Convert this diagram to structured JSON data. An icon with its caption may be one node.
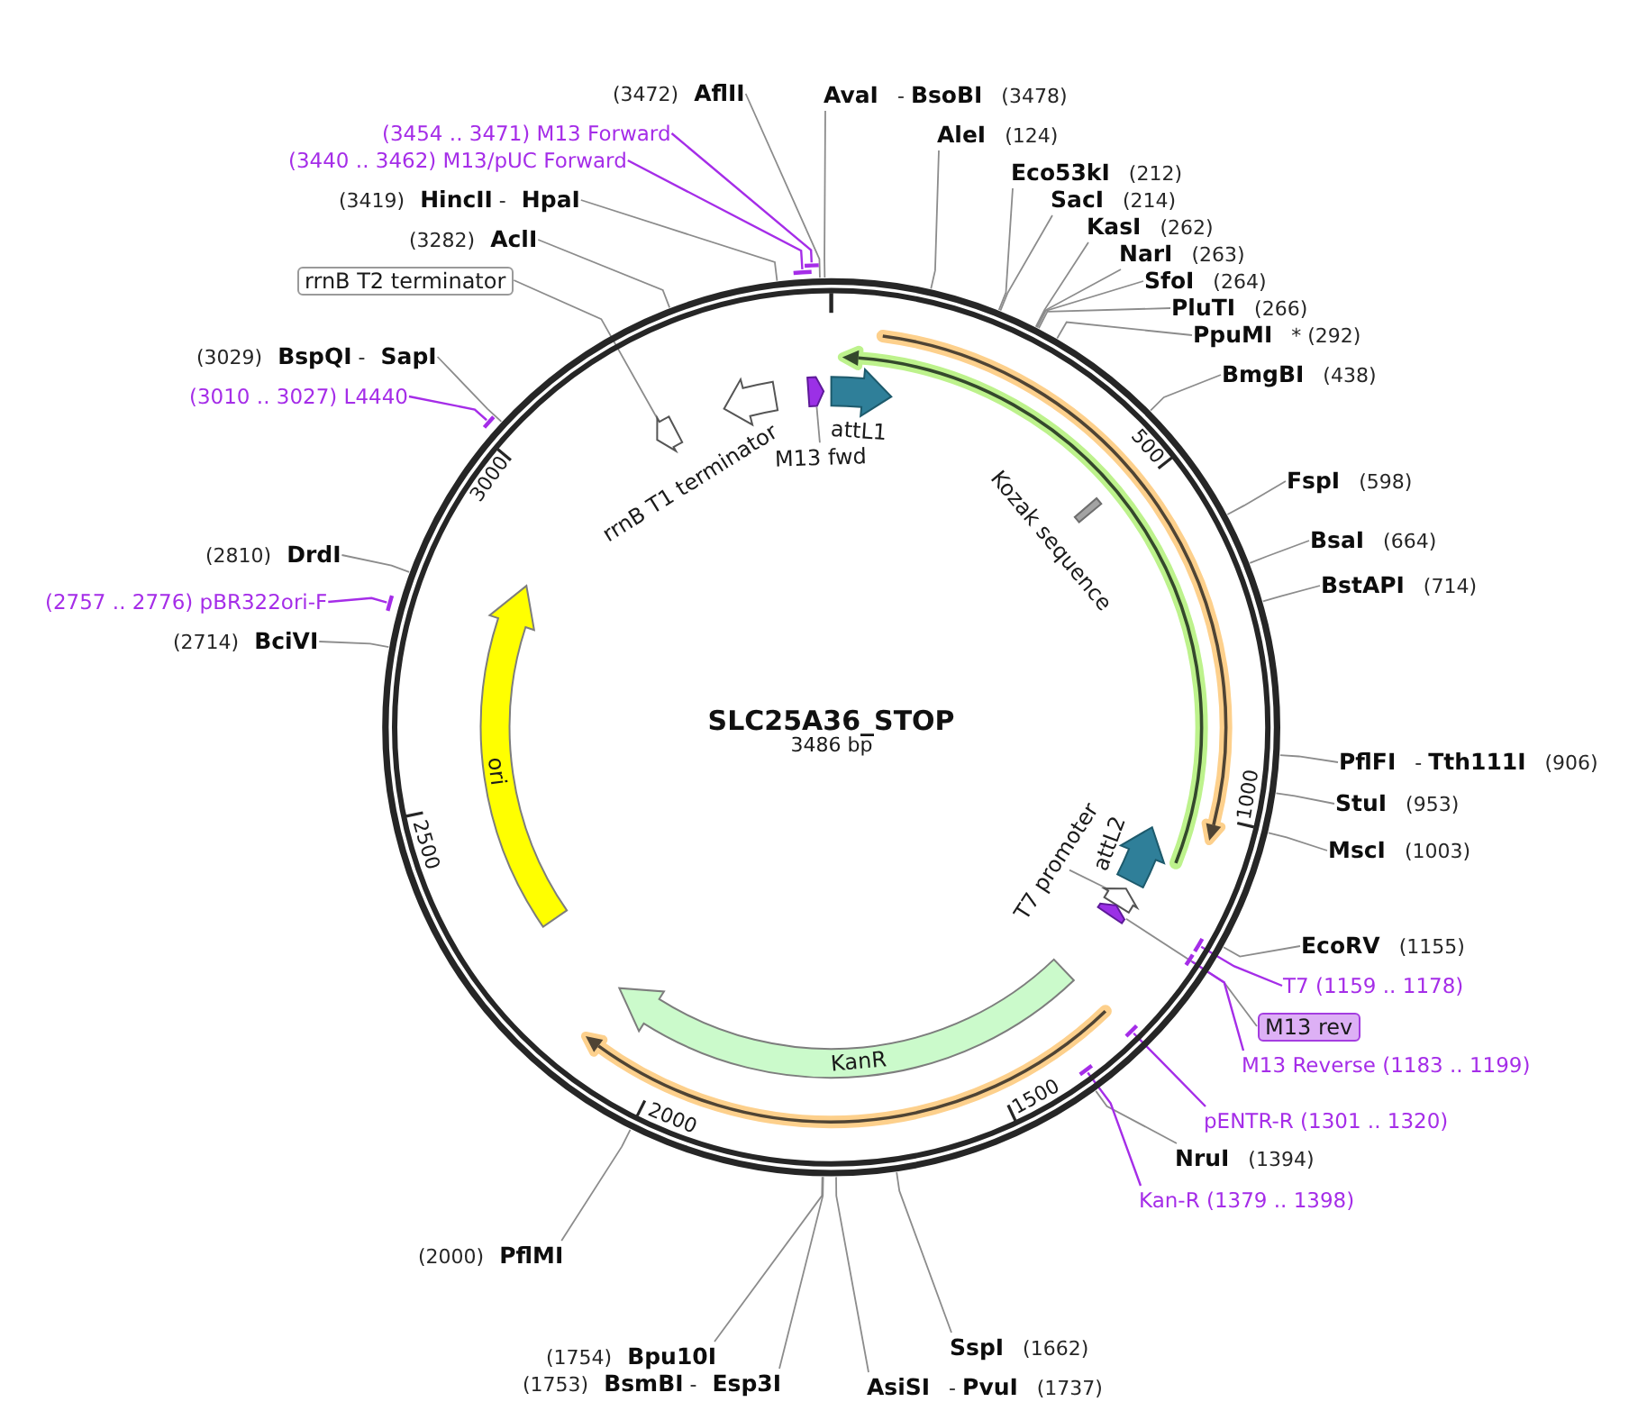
{
  "diagram": {
    "nodes": [
      {
        "text": [
          "**AvaI** - **BsoBI** (3478)"
        ]
      },
      {
        "text": [
          "**AleI** (124)"
        ]
      },
      {
        "text": [
          "**Eco53kI** (212)"
        ]
      },
      {
        "text": [
          "**SacI** (214)"
        ]
      },
      {
        "text": [
          "**KasI** (262)"
        ]
      },
      {
        "text": [
          "**NarI** (263)"
        ]
      },
      {
        "text": [
          "**SfoI** (264)"
        ]
      },
      {
        "text": [
          "**PluTI** (266)"
        ]
      },
      {
        "text": [
          "**PpuMI** * (292)"
        ]
      },
      {
        "text": [
          "**BmgBI** (438)"
        ]
      },
      {
        "text": [
          "**FspI** (598)"
        ]
      },
      {
        "text": [
          "**BsaI** (664)"
        ]
      },
      {
        "text": [
          "**BstAPI** (714)"
        ]
      },
      {
        "text": [
          "**PflFI** - **Tth111I** (906)"
        ]
      },
      {
        "text": [
          "**StuI** (953)"
        ]
      },
      {
        "text": [
          "**MscI** (1003)"
        ]
      },
      {
        "text": [
          "**EcoRV** (1155)"
        ]
      },
      {
        "text": [
          "T7 (1159 .. 1178)"
        ]
      },
      {
        "text": [
          "M13 rev"
        ]
      },
      {
        "text": [
          "M13 Reverse (1183 .. 1199)"
        ]
      },
      {
        "text": [
          "pENTR-R (1301 .. 1320)"
        ]
      },
      {
        "text": [
          "**NruI** (1394)"
        ]
      },
      {
        "text": [
          "Kan-R (1379 .. 1398)"
        ]
      },
      {
        "text": [
          "**SspI** (1662)"
        ]
      },
      {
        "text": [
          "**AsiSI** - **PvuI** (1737)"
        ]
      },
      {
        "text": [
          "(1754) **Bpu10I**"
        ]
      },
      {
        "text": [
          "(1753) **BsmBI** - **Esp3I**"
        ]
      },
      {
        "text": [
          "(2000) **PflMI**"
        ]
      },
      {
        "text": [
          "(2714) **BciVI**"
        ]
      },
      {
        "text": [
          "(2757 .. 2776) pBR322ori-F"
        ]
      },
      {
        "text": [
          "(2810) **DrdI**"
        ]
      },
      {
        "text": [
          "(3010 .. 3027) L4440"
        ]
      },
      {
        "text": [
          "(3029) **BspQI** - **SapI**"
        ]
      },
      {
        "text": [
          "rrnB T2 terminator"
        ]
      },
      {
        "text": [
          "(3282) **AclI**"
        ]
      },
      {
        "text": [
          "(3419) **HincII** - **HpaI**"
        ]
      },
      {
        "text": [
          "(3440 .. 3462) M13/pUC Forward"
        ]
      },
      {
        "text": [
          "(3454 .. 3471) M13 Forward"
        ]
      },
      {
        "text": [
          "(3472) **AflII**"
        ]
      },
      {
        "text": [
          "SLC25A36_STOP",
          "3486 bp"
        ]
      },
      {
        "text": [],
        "shape": "arrow",
        "in": 39
      },
      {
        "text": [],
        "shape": "arrow",
        "in": 39,
        "beside": [
          "rrnB T1 terminator"
        ]
      },
      {
        "text": [],
        "shape": "arrow",
        "in": 39
      },
      {
        "text": [
          "M13 fwd"
        ],
        "in": 39
      },
      {
        "text": [],
        "shape": "arrow",
        "in": 39,
        "beside": [
          "attL1"
        ]
      },
      {
        "text": [],
        "shape": "arrow",
        "in": 39
      },
      {
        "text": [],
        "shape": "bar",
        "in": 45,
        "beside": [
          "Kozak sequence"
        ]
      },
      {
        "text": [],
        "shape": "arrow",
        "in": 39,
        "beside": [
          "attL2"
        ]
      },
      {
        "text": [
          "T7 promoter"
        ],
        "in": 39
      },
      {
        "text": [],
        "shape": "arrow",
        "in": 39
      },
      {
        "text": [],
        "shape": "arrow",
        "in": 39
      },
      {
        "text": [
          "KanR"
        ],
        "in": 39
      },
      {
        "text": [
          "ori"
        ],
        "in": 39
      },
      {
        "text": [],
        "shape": "bar"
      },
      {
        "text": [],
        "shape": "bar"
      },
      {
        "text": [],
        "shape": "bar"
      },
      {
        "text": [],
        "shape": "bar"
      },
      {
        "text": [],
        "shape": "bar",
        "in": 39
      },
      {
        "text": [],
        "shape": "bar",
        "in": 39
      },
      {
        "text": [],
        "shape": "bar",
        "in": 39
      },
      {
        "text": [],
        "shape": "bar",
        "in": 39
      }
    ],
    "edges": [
      {
        "from": 0,
        "to": 39,
        "arrow": "none"
      },
      {
        "from": 1,
        "to": 39,
        "arrow": "none"
      },
      {
        "from": 2,
        "to": 39,
        "arrow": "none"
      },
      {
        "from": 3,
        "to": 39,
        "arrow": "none"
      },
      {
        "from": 4,
        "to": 39,
        "arrow": "none"
      },
      {
        "from": 5,
        "to": 39,
        "arrow": "none"
      },
      {
        "from": 6,
        "to": 39,
        "arrow": "none"
      },
      {
        "from": 7,
        "to": 39,
        "arrow": "none"
      },
      {
        "from": 8,
        "to": 39,
        "arrow": "none"
      },
      {
        "from": 9,
        "to": 39,
        "arrow": "none"
      },
      {
        "from": 10,
        "to": 39,
        "arrow": "none"
      },
      {
        "from": 11,
        "to": 39,
        "arrow": "none"
      },
      {
        "from": 12,
        "to": 39,
        "arrow": "none"
      },
      {
        "from": 13,
        "to": 39,
        "arrow": "none"
      },
      {
        "from": 14,
        "to": 39,
        "arrow": "none"
      },
      {
        "from": 15,
        "to": 39,
        "arrow": "none"
      },
      {
        "from": 16,
        "to": 39,
        "arrow": "none"
      },
      {
        "from": 17,
        "to": 57,
        "arrow": "none",
        "color": "#a52de8"
      },
      {
        "from": 18,
        "to": 50,
        "arrow": "none"
      },
      {
        "from": 19,
        "to": 58,
        "arrow": "none",
        "color": "#a52de8"
      },
      {
        "from": 20,
        "to": 59,
        "arrow": "none",
        "color": "#a52de8"
      },
      {
        "from": 21,
        "to": 39,
        "arrow": "none"
      },
      {
        "from": 22,
        "to": 60,
        "arrow": "none",
        "color": "#a52de8"
      },
      {
        "from": 23,
        "to": 39,
        "arrow": "none"
      },
      {
        "from": 24,
        "to": 39,
        "arrow": "none"
      },
      {
        "from": 25,
        "to": 39,
        "arrow": "none"
      },
      {
        "from": 26,
        "to": 39,
        "arrow": "none"
      },
      {
        "from": 27,
        "to": 39,
        "arrow": "none"
      },
      {
        "from": 28,
        "to": 39,
        "arrow": "none"
      },
      {
        "from": 29,
        "to": 56,
        "arrow": "none",
        "color": "#a52de8"
      },
      {
        "from": 30,
        "to": 39,
        "arrow": "none"
      },
      {
        "from": 31,
        "to": 55,
        "arrow": "none",
        "color": "#a52de8"
      },
      {
        "from": 32,
        "to": 39,
        "arrow": "none"
      },
      {
        "from": 33,
        "to": 40,
        "arrow": "none"
      },
      {
        "from": 34,
        "to": 39,
        "arrow": "none"
      },
      {
        "from": 35,
        "to": 39,
        "arrow": "none"
      },
      {
        "from": 36,
        "to": 54,
        "arrow": "none",
        "color": "#a52de8"
      },
      {
        "from": 37,
        "to": 53,
        "arrow": "none",
        "color": "#a52de8"
      },
      {
        "from": 38,
        "to": 39,
        "arrow": "none"
      },
      {
        "from": 43,
        "to": 42,
        "arrow": "none"
      },
      {
        "from": 48,
        "to": 49,
        "arrow": "none"
      }
    ],
    "labels": [
      "500",
      "1000",
      "1500",
      "2000",
      "2500",
      "3000"
    ]
  }
}
